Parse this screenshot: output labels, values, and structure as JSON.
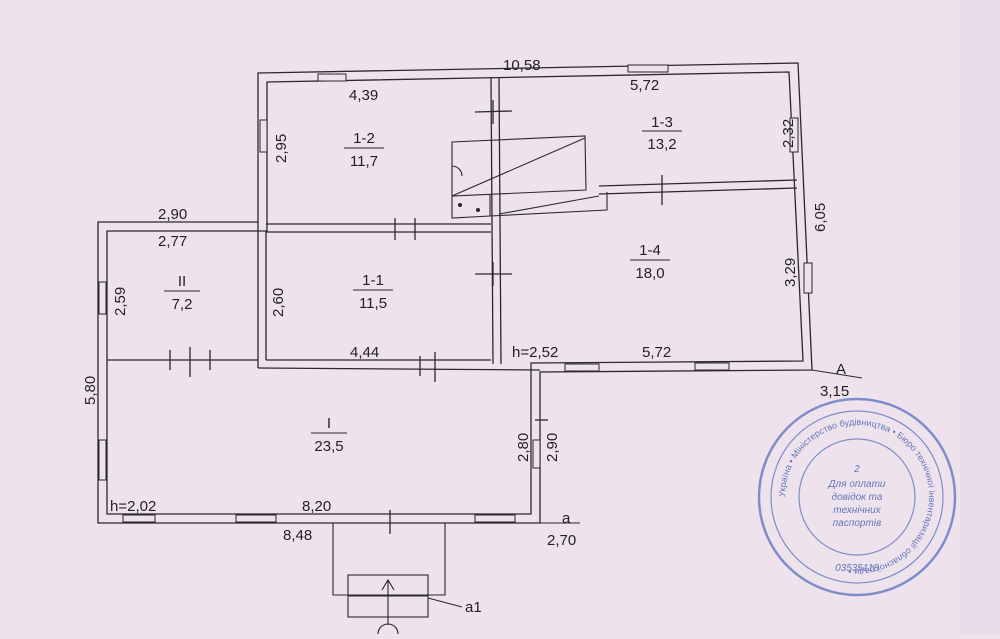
{
  "plan": {
    "overall_width": "10,58",
    "overall_depth": "6,05",
    "rooms": [
      {
        "id": "1-1",
        "area": "11,5"
      },
      {
        "id": "1-2",
        "area": "11,7"
      },
      {
        "id": "1-3",
        "area": "13,2"
      },
      {
        "id": "1-4",
        "area": "18,0"
      },
      {
        "id": "II",
        "area": "7,2"
      },
      {
        "id": "I",
        "area": "23,5"
      }
    ],
    "dimensions": {
      "r12_width": "4,39",
      "r12_height": "2,95",
      "r13_width": "5,72",
      "r13_height": "2,32",
      "r14_height": "3,29",
      "r14_width": "5,72",
      "r11_height": "2,60",
      "r11_width": "4,44",
      "rII_outer_width": "2,90",
      "rII_inner_width": "2,77",
      "rII_height": "2,59",
      "rI_outer_height": "5,80",
      "rI_inner_width": "8,20",
      "rI_outer_width": "8,48",
      "rI_inner_height": "2,80",
      "rI_outer_height_right": "2,90",
      "A_height": "3,15",
      "a_height": "2,70"
    },
    "heights": {
      "main": "h=2,52",
      "annex": "h=2,02"
    },
    "markers": {
      "A": "A",
      "a": "a",
      "a1": "a1"
    }
  },
  "stamp": {
    "line1": "Для оплати",
    "line2": "довідок та",
    "line3": "технічних",
    "line4": "паспортів",
    "code": "03535118",
    "number": "2",
    "ring_text": "Україна • Міністерство будівництва • Бюро технічної інвентаризації обласної ради •"
  }
}
